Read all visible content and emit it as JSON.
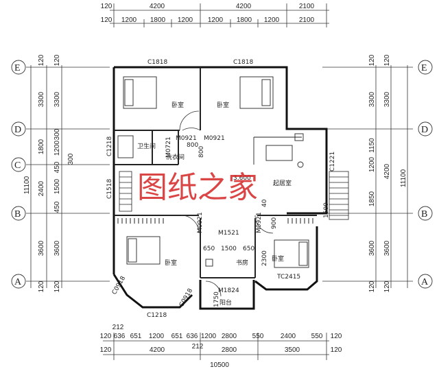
{
  "dims": {
    "top_row1": [
      "120",
      "4200",
      "4200",
      "2100"
    ],
    "top_row2": [
      "120",
      "1200",
      "1800",
      "1200",
      "1200",
      "1800",
      "1200",
      "2100"
    ],
    "bottom_row1": [
      "120",
      "636",
      "651",
      "1200",
      "651",
      "636",
      "1200",
      "2800",
      "550",
      "2400",
      "550",
      "120"
    ],
    "bottom_row2": [
      "120",
      "4200",
      "2800",
      "3500",
      "120"
    ],
    "bottom_small": "212",
    "bottom_small2": "212",
    "bottom_total": "10500",
    "left_outer": [
      "120",
      "3300",
      "1800",
      "2400",
      "3600",
      "120"
    ],
    "left_inner": [
      "120",
      "3300",
      "300",
      "1200",
      "450",
      "300",
      "1500",
      "450",
      "3600",
      "120"
    ],
    "left_total": "11100",
    "right_outer": [
      "120",
      "3300",
      "4200",
      "3600",
      "120"
    ],
    "right_inner": [
      "120",
      "3300",
      "1150",
      "1200",
      "1850",
      "3600",
      "120"
    ],
    "right_total": "11100"
  },
  "grid": {
    "left": [
      "E",
      "D",
      "C",
      "B",
      "A"
    ],
    "right": [
      "E",
      "D",
      "B",
      "A"
    ]
  },
  "labels": {
    "c1818_a": "C1818",
    "c1818_b": "C1818",
    "bed1": "卧室",
    "bed2": "卧室",
    "bed3": "卧室",
    "bed4": "卧室",
    "study": "书房",
    "bath": "卫生间",
    "laundry": "洗衣间",
    "family": "起居室",
    "balcony": "阳台",
    "elev": "3.600",
    "m0921_a": "M0921",
    "m0921_b": "M0921",
    "m0921_c": "M0921",
    "m0921_d": "M0921",
    "m0721": "M0721",
    "m1521": "M1521",
    "m1824": "M1824",
    "c1218_side": "C1218",
    "c1518": "C1518",
    "c1218_bot": "C1218",
    "c0918_a": "C0918",
    "c0918_b": "C0918",
    "c1221": "C1221",
    "tc2415": "TC2415",
    "d800": "800",
    "d800b": "800",
    "d650": "650",
    "d1500": "1500",
    "d650b": "650",
    "d2300": "2300",
    "d900": "900",
    "d1750": "1750",
    "d1500b": "1500",
    "d40": "40"
  },
  "watermark": "图纸之家"
}
